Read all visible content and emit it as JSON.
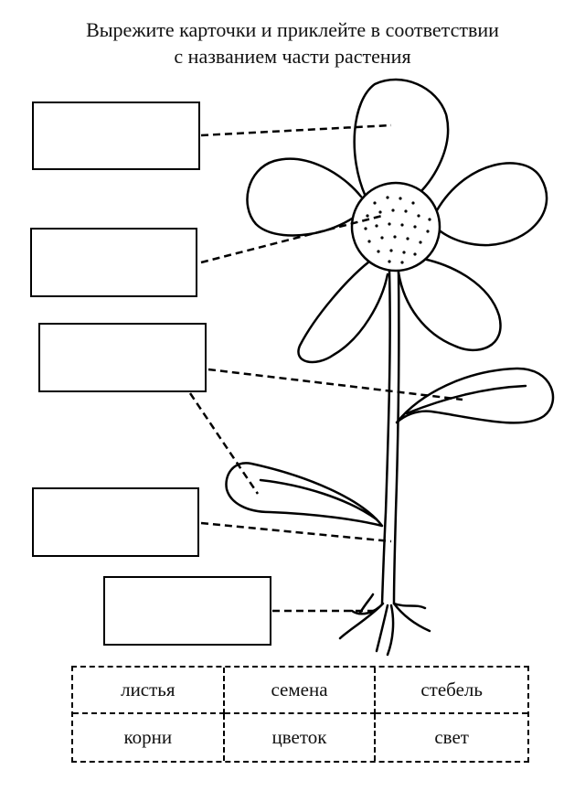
{
  "instructions": {
    "line1": "Вырежите карточки и приклейте в соответствии",
    "line2": "с названием части растения"
  },
  "cards": [
    "листья",
    "семена",
    "стебель",
    "корни",
    "цветок",
    "свет"
  ]
}
